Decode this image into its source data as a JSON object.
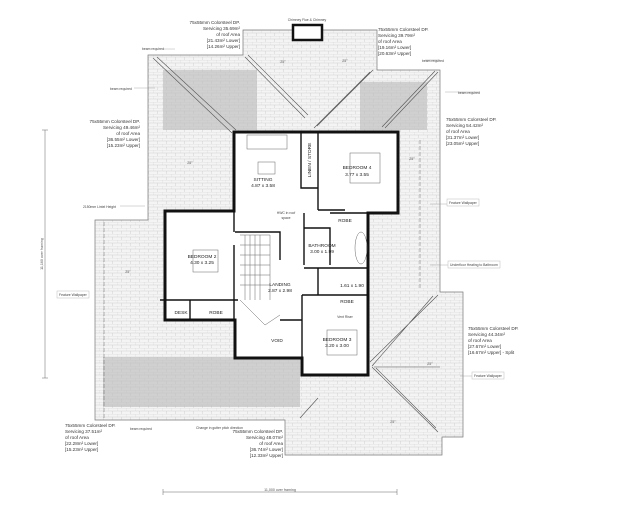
{
  "drawing": {
    "colors": {
      "roof_tile": "#f2f2f2",
      "tile_line": "#c8c8c8",
      "shaded_roof": "#cfcfcf",
      "walls": "#111111"
    },
    "chimney_label": "Chimney Flue & Chimney",
    "downpipes": [
      {
        "lines": [
          "75x55mm Colorsteel DP.",
          "Servicing 35.69m²",
          "of roof Area",
          "[21.43m² Lower]",
          "[14.26m² Upper]"
        ]
      },
      {
        "lines": [
          "75x55mm Colorsteel DP.",
          "Servicing 39.79m²",
          "of roof Area",
          "[19.16m² Lower]",
          "[20.63m² Upper]"
        ]
      },
      {
        "lines": [
          "75x55mm Colorsteel DP.",
          "Servicing 49.46m²",
          "of roof Area",
          "[36.55m² Lower]",
          "[15.23m² Upper]"
        ]
      },
      {
        "lines": [
          "75x55mm Colorsteel DP.",
          "Servicing 54.42m²",
          "of roof Area",
          "[31.37m² Lower]",
          "[23.05m² Upper]"
        ]
      },
      {
        "lines": [
          "75x55mm Colorsteel DP.",
          "Servicing 44.34m²",
          "of roof Area",
          "[27.67m² Lower]",
          "[16.67m² Upper] - Split"
        ]
      },
      {
        "lines": [
          "75x55mm Colorsteel DP.",
          "Servicing 37.51m²",
          "of roof Area",
          "[22.28m² Lower]",
          "[15.23m² Upper]"
        ]
      },
      {
        "lines": [
          "75x55mm Colorsteel DP.",
          "Servicing 48.07m²",
          "of roof Area",
          "[36.74m² Lower]",
          "[12.33m² Upper]"
        ]
      }
    ],
    "notes": {
      "beam_required": "beam required",
      "lintel": "2150mm Lintel Height",
      "feature_wallpaper": "Feature Wallpaper",
      "underfloor": "Underfloor Heating to Bathroom",
      "gutter": "Change in gutter pitch direction",
      "hwc": [
        "HWC in roof",
        "space"
      ],
      "vent_riser": "Vent Riser",
      "pitch": "25°"
    },
    "rooms": {
      "sitting": {
        "name": "SITTING",
        "size": "4.87 x 3.58"
      },
      "bedroom4": {
        "name": "BEDROOM 4",
        "size": "3.77 x 3.55"
      },
      "linen": {
        "name": "LINEN / STORE"
      },
      "robe4": {
        "name": "ROBE"
      },
      "bathroom": {
        "name": "BATHROOM",
        "size": "3.00 x 1.99"
      },
      "bedroom2": {
        "name": "BEDROOM 2",
        "size": "4.30 x 3.25"
      },
      "landing": {
        "name": "LANDING",
        "size": "2.87 x 2.98"
      },
      "wc": {
        "size": "1.61 x 1.90"
      },
      "robe3": {
        "name": "ROBE"
      },
      "bedroom3": {
        "name": "BEDROOM 3",
        "size": "3.20 x 3.00"
      },
      "desk": {
        "name": "DESK"
      },
      "robe2": {
        "name": "ROBE"
      },
      "void": {
        "name": "VOID"
      }
    },
    "dimensions": {
      "overall_width": "11,000 over framing",
      "overall_depth": "11,160 over framing"
    }
  }
}
